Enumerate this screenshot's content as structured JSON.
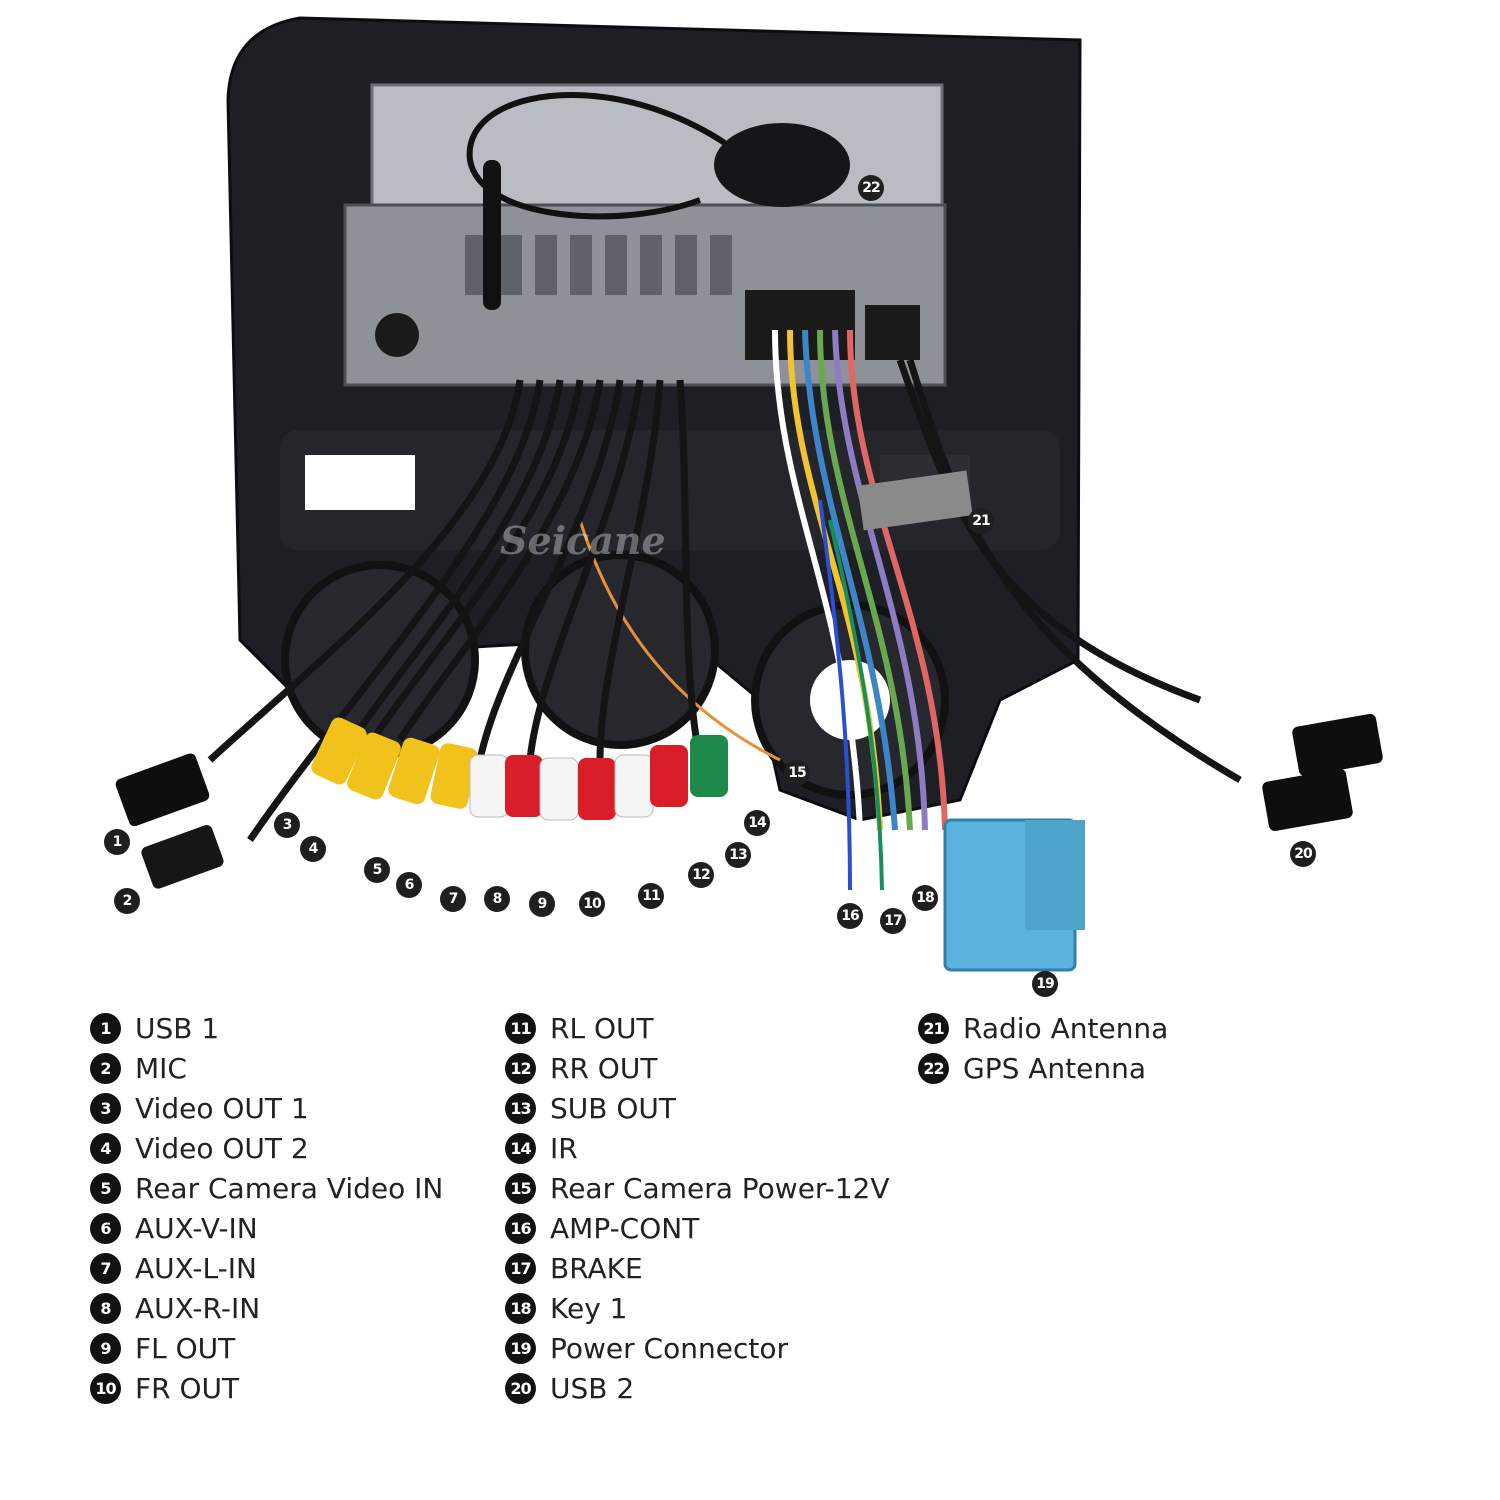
{
  "watermark": "Seicane",
  "photo_callouts": [
    {
      "id": "c1",
      "label": "1"
    },
    {
      "id": "c2",
      "label": "2"
    },
    {
      "id": "c3",
      "label": "3"
    },
    {
      "id": "c4",
      "label": "4"
    },
    {
      "id": "c5",
      "label": "5"
    },
    {
      "id": "c6",
      "label": "6"
    },
    {
      "id": "c7",
      "label": "7"
    },
    {
      "id": "c8",
      "label": "8"
    },
    {
      "id": "c9",
      "label": "9"
    },
    {
      "id": "c10",
      "label": "10"
    },
    {
      "id": "c11",
      "label": "11"
    },
    {
      "id": "c12",
      "label": "12"
    },
    {
      "id": "c13",
      "label": "13"
    },
    {
      "id": "c14",
      "label": "14"
    },
    {
      "id": "c15",
      "label": "15"
    },
    {
      "id": "c16",
      "label": "16"
    },
    {
      "id": "c17",
      "label": "17"
    },
    {
      "id": "c18",
      "label": "18"
    },
    {
      "id": "c19",
      "label": "19"
    },
    {
      "id": "c20",
      "label": "20"
    },
    {
      "id": "c21",
      "label": "21"
    },
    {
      "id": "c22",
      "label": "22"
    }
  ],
  "legend": {
    "col1": [
      {
        "num": "1",
        "text": "USB 1"
      },
      {
        "num": "2",
        "text": "MIC"
      },
      {
        "num": "3",
        "text": "Video OUT 1"
      },
      {
        "num": "4",
        "text": "Video OUT 2"
      },
      {
        "num": "5",
        "text": "Rear Camera Video IN"
      },
      {
        "num": "6",
        "text": "AUX-V-IN"
      },
      {
        "num": "7",
        "text": "AUX-L-IN"
      },
      {
        "num": "8",
        "text": "AUX-R-IN"
      },
      {
        "num": "9",
        "text": "FL OUT"
      },
      {
        "num": "10",
        "text": "FR OUT"
      }
    ],
    "col2": [
      {
        "num": "11",
        "text": "RL OUT"
      },
      {
        "num": "12",
        "text": "RR OUT"
      },
      {
        "num": "13",
        "text": "SUB OUT"
      },
      {
        "num": "14",
        "text": "IR"
      },
      {
        "num": "15",
        "text": "Rear Camera Power-12V"
      },
      {
        "num": "16",
        "text": "AMP-CONT"
      },
      {
        "num": "17",
        "text": "BRAKE"
      },
      {
        "num": "18",
        "text": "Key 1"
      },
      {
        "num": "19",
        "text": "Power Connector"
      },
      {
        "num": "20",
        "text": "USB 2"
      }
    ],
    "col3": [
      {
        "num": "21",
        "text": "Radio Antenna"
      },
      {
        "num": "22",
        "text": "GPS Antenna"
      }
    ]
  }
}
